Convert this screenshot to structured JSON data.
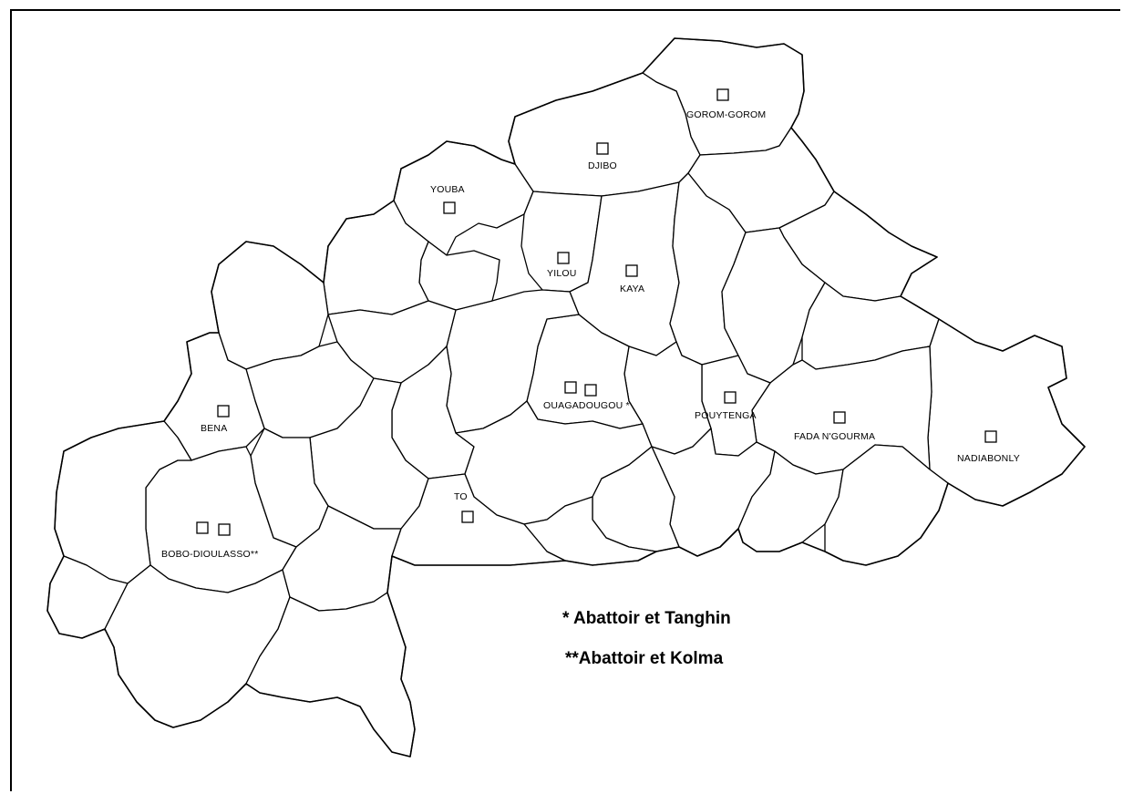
{
  "map": {
    "colors": {
      "line": "#000000",
      "fill": "#ffffff",
      "background": "#ffffff"
    },
    "cities": [
      {
        "id": "gorom-gorom",
        "label": "GOROM-GOROM",
        "markers": 1
      },
      {
        "id": "djibo",
        "label": "DJIBO",
        "markers": 1
      },
      {
        "id": "youba",
        "label": "YOUBA",
        "markers": 1
      },
      {
        "id": "yilou",
        "label": "YILOU",
        "markers": 1
      },
      {
        "id": "kaya",
        "label": "KAYA",
        "markers": 1
      },
      {
        "id": "bena",
        "label": "BENA",
        "markers": 1
      },
      {
        "id": "ouagadougou",
        "label": "OUAGADOUGOU *",
        "markers": 2
      },
      {
        "id": "pouytenga",
        "label": "POUYTENGA",
        "markers": 1
      },
      {
        "id": "fada-ngourma",
        "label": "FADA N'GOURMA",
        "markers": 1
      },
      {
        "id": "nadiabonly",
        "label": "NADIABONLY",
        "markers": 1
      },
      {
        "id": "to",
        "label": "TO",
        "markers": 1
      },
      {
        "id": "bobo-dioulasso",
        "label": "BOBO-DIOULASSO**",
        "markers": 2
      }
    ],
    "notes": [
      "* Abattoir et Tanghin",
      "**Abattoir et Kolma"
    ]
  }
}
